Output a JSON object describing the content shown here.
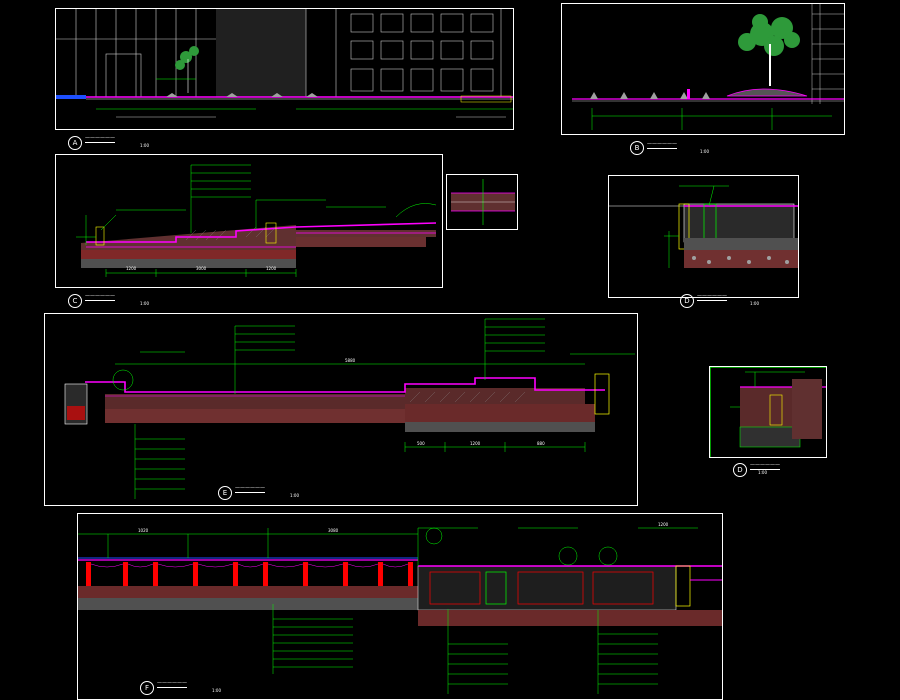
{
  "colors": {
    "background": "#000000",
    "frame": "#ffffff",
    "leader": "#00ff00",
    "paving": "#ff00ff",
    "soil": "#ff4040",
    "hatch": "#a0a0a0",
    "water": "#1e50ff",
    "tree": "#2e9a3a",
    "curb": "#ffff00",
    "pier": "#ff0000"
  },
  "panels": [
    {
      "id": "A",
      "title": "——————",
      "scale": "1:00"
    },
    {
      "id": "B",
      "title": "——————",
      "scale": "1:00"
    },
    {
      "id": "C",
      "title": "——————",
      "scale": "1:00"
    },
    {
      "id": "D",
      "title": "——————",
      "scale": "1:00"
    },
    {
      "id": "E",
      "title": "——————",
      "scale": "1:00"
    },
    {
      "id": "D",
      "title": "——————",
      "scale": "1:00"
    },
    {
      "id": "F",
      "title": "——————",
      "scale": "1:00"
    }
  ],
  "dims": {
    "c_bottom": [
      "1200",
      "3000",
      "1200"
    ],
    "e_top": "5880",
    "e_right": [
      "500",
      "1200",
      "880"
    ],
    "f_top": [
      "1020",
      "3080",
      "1200"
    ]
  }
}
